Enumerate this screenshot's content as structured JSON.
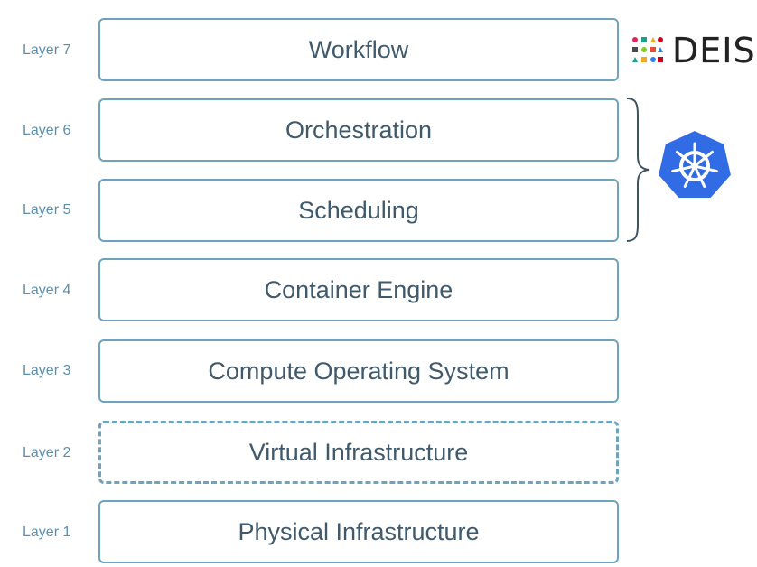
{
  "layers": [
    {
      "label": "Layer 7",
      "name": "Workflow",
      "style": "solid"
    },
    {
      "label": "Layer 6",
      "name": "Orchestration",
      "style": "solid"
    },
    {
      "label": "Layer 5",
      "name": "Scheduling",
      "style": "solid"
    },
    {
      "label": "Layer 4",
      "name": "Container Engine",
      "style": "solid"
    },
    {
      "label": "Layer 3",
      "name": "Compute Operating System",
      "style": "solid"
    },
    {
      "label": "Layer 2",
      "name": "Virtual Infrastructure",
      "style": "dashed"
    },
    {
      "label": "Layer 1",
      "name": "Physical Infrastructure",
      "style": "solid"
    }
  ],
  "logos": {
    "deis": {
      "text": "DEIS",
      "icon": "deis-logo-icon"
    },
    "kubernetes": {
      "icon": "kubernetes-helm-icon",
      "color": "#326ce5"
    }
  },
  "colors": {
    "box_border": "#6fa3bd",
    "label_text": "#5b8fb0",
    "box_text": "#3f5a6c",
    "brace": "#3d5563"
  }
}
